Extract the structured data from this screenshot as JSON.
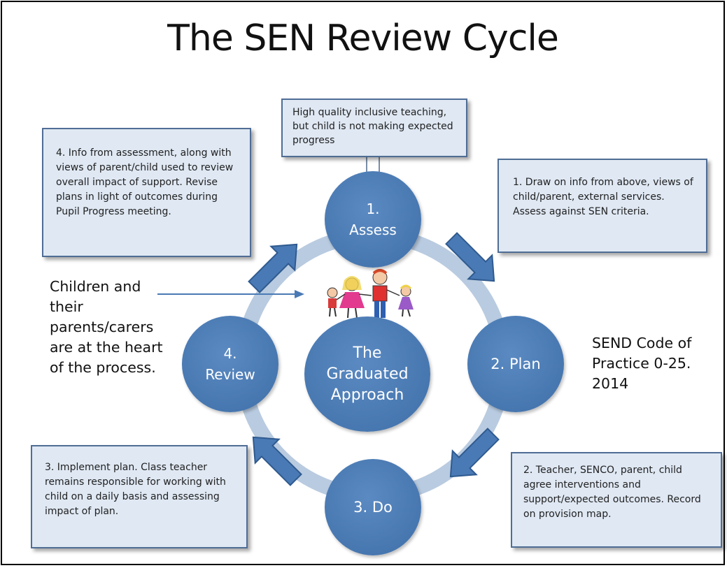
{
  "title": "The SEN Review Cycle",
  "center": {
    "label": "The\nGraduated\nApproach"
  },
  "stages": {
    "assess": {
      "label": "1.\nAssess"
    },
    "plan": {
      "label": "2. Plan"
    },
    "do": {
      "label": "3. Do"
    },
    "review": {
      "label": "4.\nReview"
    }
  },
  "notes": {
    "top": "High quality inclusive teaching, but child is not making expected progress",
    "assess": "1. Draw on info from above, views of child/parent, external services. Assess against SEN criteria.",
    "plan": "2. Teacher, SENCO, parent, child agree interventions and support/expected outcomes. Record on provision map.",
    "do": "3. Implement plan. Class teacher remains responsible for working with child on a daily basis and assessing impact of plan.",
    "review": "4. Info from assessment, along with views of parent/child used to review overall impact of support. Revise plans in light of outcomes during Pupil Progress meeting."
  },
  "children_text": "Children and their parents/carers are at the heart of the process.",
  "code_text": "SEND Code of Practice 0-25. 2014",
  "colors": {
    "circle": "#4a7ab5",
    "ring": "#b9cbe0",
    "arrow_fill": "#4a7ab5",
    "arrow_stroke": "#2f5a8f",
    "note_fill": "#dfe8f3",
    "note_border": "#4f6d95"
  },
  "icons": [
    "family-clipart"
  ]
}
